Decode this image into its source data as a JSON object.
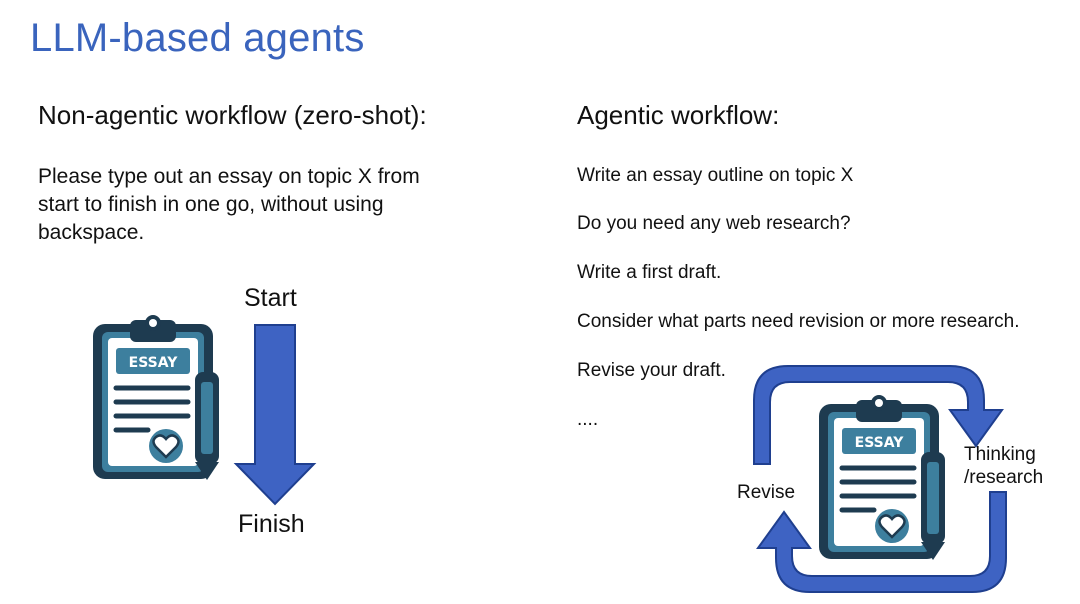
{
  "slide_title": "LLM-based agents",
  "left": {
    "heading": "Non-agentic workflow (zero-shot):",
    "prompt_lines": [
      "Please type out an essay on topic X from",
      "start to finish in one go, without using",
      "backspace."
    ],
    "start_label": "Start",
    "finish_label": "Finish",
    "clipboard_badge": "ESSAY"
  },
  "right": {
    "heading": "Agentic workflow:",
    "steps": [
      "Write an essay outline on topic X",
      "Do you need any web research?",
      "Write a first draft.",
      "Consider what parts need revision or more research.",
      "Revise your draft.",
      "...."
    ],
    "cycle_label_left": "Revise",
    "cycle_label_right_1": "Thinking",
    "cycle_label_right_2": "/research",
    "clipboard_badge": "ESSAY"
  },
  "colors": {
    "title": "#3a64bd",
    "arrow_blue": "#3e63c3",
    "arrow_outline": "#1f3f8f",
    "clip_dark": "#1e3b50",
    "clip_teal": "#3d7f9e",
    "clip_light": "#ffffff"
  },
  "icons": [
    "clipboard-essay-icon",
    "pencil-icon",
    "heart-icon",
    "down-arrow-icon",
    "cycle-arrows-icon"
  ]
}
